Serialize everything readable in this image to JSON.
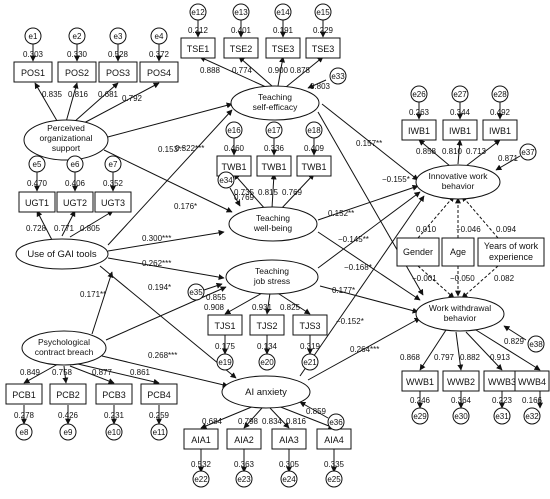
{
  "constructs": {
    "pos": {
      "line1": "Perceived",
      "line2": "organizational",
      "line3": "support"
    },
    "gai": {
      "label": "Use of GAI tools"
    },
    "pcb": {
      "line1": "Psychological",
      "line2": "contract breach"
    },
    "tse": {
      "line1": "Teaching",
      "line2": "self-efficacy"
    },
    "twb": {
      "line1": "Teaching",
      "line2": "well-being"
    },
    "tjs": {
      "line1": "Teaching",
      "line2": "job stress"
    },
    "aia": {
      "label": "AI anxiety"
    },
    "iwb": {
      "line1": "Innovative work",
      "line2": "behavior"
    },
    "wwb": {
      "line1": "Work withdrawal",
      "line2": "behavior"
    }
  },
  "controls": {
    "gender": "Gender",
    "age": "Age",
    "years_l1": "Years of work",
    "years_l2": "experience"
  },
  "indicators": [
    {
      "box": "POS1",
      "err": "e1",
      "ev": "0.303",
      "load": "0.835"
    },
    {
      "box": "POS2",
      "err": "e2",
      "ev": "0.330",
      "load": "0.816"
    },
    {
      "box": "POS3",
      "err": "e3",
      "ev": "0.528",
      "load": "0.681"
    },
    {
      "box": "POS4",
      "err": "e4",
      "ev": "0.372",
      "load": "0.792"
    },
    {
      "box": "UGT1",
      "err": "e5",
      "ev": "0.470",
      "load": "0.728"
    },
    {
      "box": "UGT2",
      "err": "e6",
      "ev": "0.406",
      "load": "0.771"
    },
    {
      "box": "UGT3",
      "err": "e7",
      "ev": "0.352",
      "load": "0.805"
    },
    {
      "box": "PCB1",
      "err": "e8",
      "ev": "0.278",
      "load": "0.849"
    },
    {
      "box": "PCB2",
      "err": "e9",
      "ev": "0.426",
      "load": "0.758"
    },
    {
      "box": "PCB3",
      "err": "e10",
      "ev": "0.231",
      "load": "0.877"
    },
    {
      "box": "PCB4",
      "err": "e11",
      "ev": "0.259",
      "load": "0.861"
    },
    {
      "box": "TSE1",
      "err": "e12",
      "ev": "0.212",
      "load": "0.888"
    },
    {
      "box": "TSE2",
      "err": "e13",
      "ev": "0.401",
      "load": "0.774"
    },
    {
      "box": "TSE3",
      "err": "e14",
      "ev": "0.191",
      "load": "0.900"
    },
    {
      "box": "TSE3",
      "err": "e15",
      "ev": "0.229",
      "load": "0.878"
    },
    {
      "box": "TWB1",
      "err": "e16",
      "ev": "0.460",
      "load": "0.735"
    },
    {
      "box": "TWB1",
      "err": "e17",
      "ev": "0.336",
      "load": "0.815"
    },
    {
      "box": "TWB1",
      "err": "e18",
      "ev": "0.409",
      "load": "0.769"
    },
    {
      "box": "TJS1",
      "err": "e19",
      "ev": "0.175",
      "load": "0.908"
    },
    {
      "box": "TJS2",
      "err": "e20",
      "ev": "0.134",
      "load": "0.931"
    },
    {
      "box": "TJS3",
      "err": "e21",
      "ev": "0.319",
      "load": "0.825"
    },
    {
      "box": "AIA1",
      "err": "e22",
      "ev": "0.532",
      "load": "0.684"
    },
    {
      "box": "AIA2",
      "err": "e23",
      "ev": "0.363",
      "load": "0.798"
    },
    {
      "box": "AIA3",
      "err": "e24",
      "ev": "0.305",
      "load": "0.834"
    },
    {
      "box": "AIA4",
      "err": "e25",
      "ev": "0.335",
      "load": "0.816"
    },
    {
      "box": "IWB1",
      "err": "e26",
      "ev": "0.263",
      "load": "0.858"
    },
    {
      "box": "IWB1",
      "err": "e27",
      "ev": "0.344",
      "load": "0.810"
    },
    {
      "box": "IWB1",
      "err": "e28",
      "ev": "0.492",
      "load": "0.713"
    },
    {
      "box": "WWB1",
      "err": "e29",
      "ev": "0.246",
      "load": "0.868"
    },
    {
      "box": "WWB2",
      "err": "e30",
      "ev": "0.364",
      "load": "0.797"
    },
    {
      "box": "WWB3",
      "err": "e31",
      "ev": "0.223",
      "load": "0.882"
    },
    {
      "box": "WWB4",
      "err": "e32",
      "ev": "0.166",
      "load": "0.913"
    }
  ],
  "disturbances": {
    "tse": {
      "err": "e33",
      "val": "0.803"
    },
    "twb": {
      "err": "e34",
      "val": "0.769"
    },
    "tjs": {
      "err": "e35",
      "val": "0.855"
    },
    "aia": {
      "err": "e36",
      "val": "0.859"
    },
    "iwb": {
      "err": "e37",
      "val": "0.871"
    },
    "wwb": {
      "err": "e38",
      "val": "0.829"
    }
  },
  "paths": {
    "pos_tse": "0.322***",
    "pos_twb": "0.153**",
    "gai_twb": "0.176*",
    "gai_tjs": "0.300***",
    "gai_aia": "0.262***",
    "gai_pcb": "0.171**",
    "pcb_tjs": "0.194*",
    "pcb_aia": "0.268***",
    "tse_iwb": "0.157**",
    "tse_wwb": "−0.155*",
    "twb_iwb": "0.152**",
    "twb_wwb": "−0.145**",
    "tjs_iwb": "−0.168*",
    "tjs_wwb": "0.177*",
    "aia_iwb": "−0.152*",
    "aia_wwb": "0.264***"
  },
  "control_paths": {
    "gender_iwb": "0.010",
    "age_iwb": "−0.046",
    "years_iwb": "0.094",
    "gender_wwb": "−0.001",
    "age_wwb": "−0.050",
    "years_wwb": "0.082"
  }
}
